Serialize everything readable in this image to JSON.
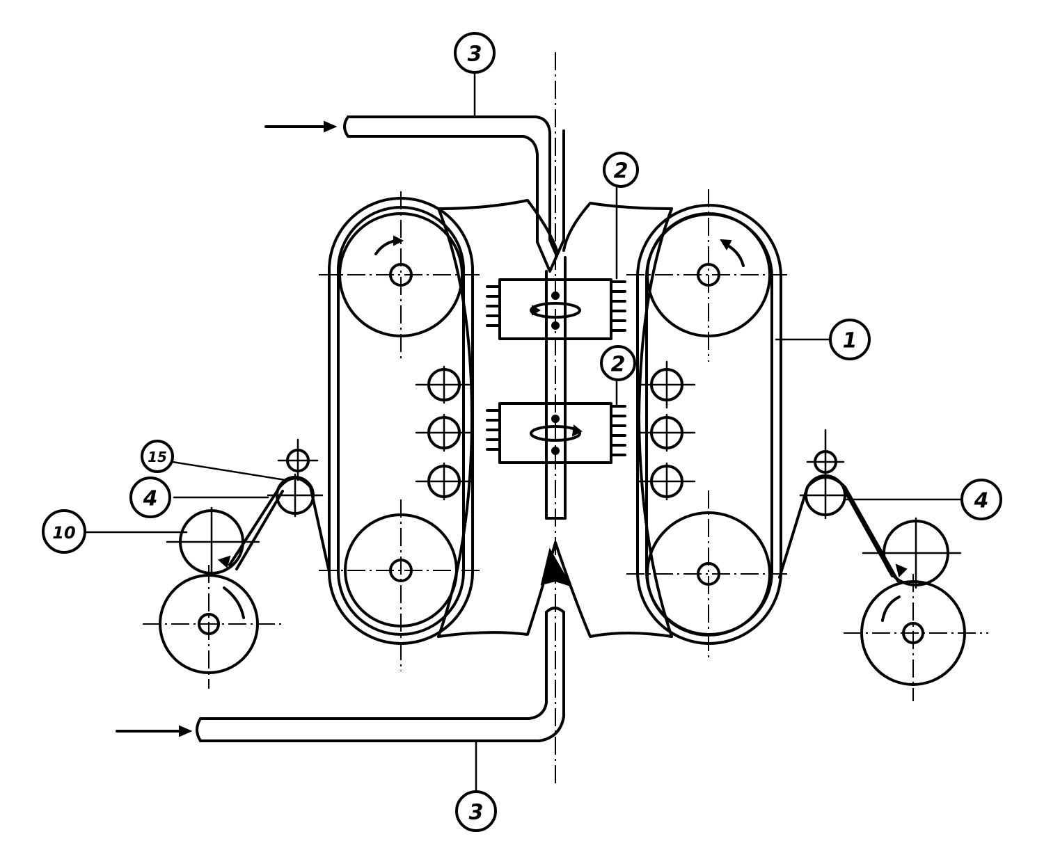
{
  "callouts": {
    "belt": "1",
    "heater_upper": "2",
    "heater_lower": "2",
    "feed_upper": "3",
    "feed_lower": "3",
    "idler_left": "4",
    "idler_right": "4",
    "guide_small": "15",
    "supply_roll": "10"
  }
}
